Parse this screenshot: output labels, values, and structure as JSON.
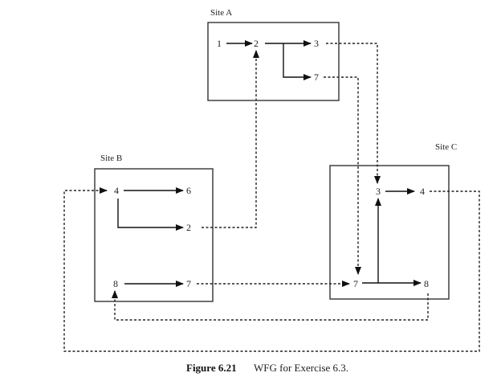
{
  "sites": [
    {
      "id": "A",
      "label": "Site A",
      "nodes": [
        "1",
        "2",
        "3",
        "7"
      ]
    },
    {
      "id": "B",
      "label": "Site B",
      "nodes": [
        "4",
        "6",
        "2",
        "8",
        "7"
      ]
    },
    {
      "id": "C",
      "label": "Site C",
      "nodes": [
        "3",
        "4",
        "7",
        "8"
      ]
    }
  ],
  "local_edges": [
    {
      "site": "A",
      "from": "1",
      "to": "2"
    },
    {
      "site": "A",
      "from": "2",
      "to": "3"
    },
    {
      "site": "A",
      "from": "2",
      "to": "7"
    },
    {
      "site": "B",
      "from": "4",
      "to": "6"
    },
    {
      "site": "B",
      "from": "4",
      "to": "2"
    },
    {
      "site": "B",
      "from": "8",
      "to": "7"
    },
    {
      "site": "C",
      "from": "3",
      "to": "4"
    },
    {
      "site": "C",
      "from": "7",
      "to": "8"
    },
    {
      "site": "C",
      "from": "7",
      "to": "3"
    }
  ],
  "remote_edges": [
    {
      "from": "A:3",
      "to": "C:3"
    },
    {
      "from": "A:7",
      "to": "C:7"
    },
    {
      "from": "B:2",
      "to": "A:2"
    },
    {
      "from": "B:7",
      "to": "C:7"
    },
    {
      "from": "C:4",
      "to": "B:4"
    },
    {
      "from": "C:8",
      "to": "B:8"
    }
  ],
  "caption": {
    "figure": "Figure 6.21",
    "text": "WFG for Exercise 6.3."
  }
}
